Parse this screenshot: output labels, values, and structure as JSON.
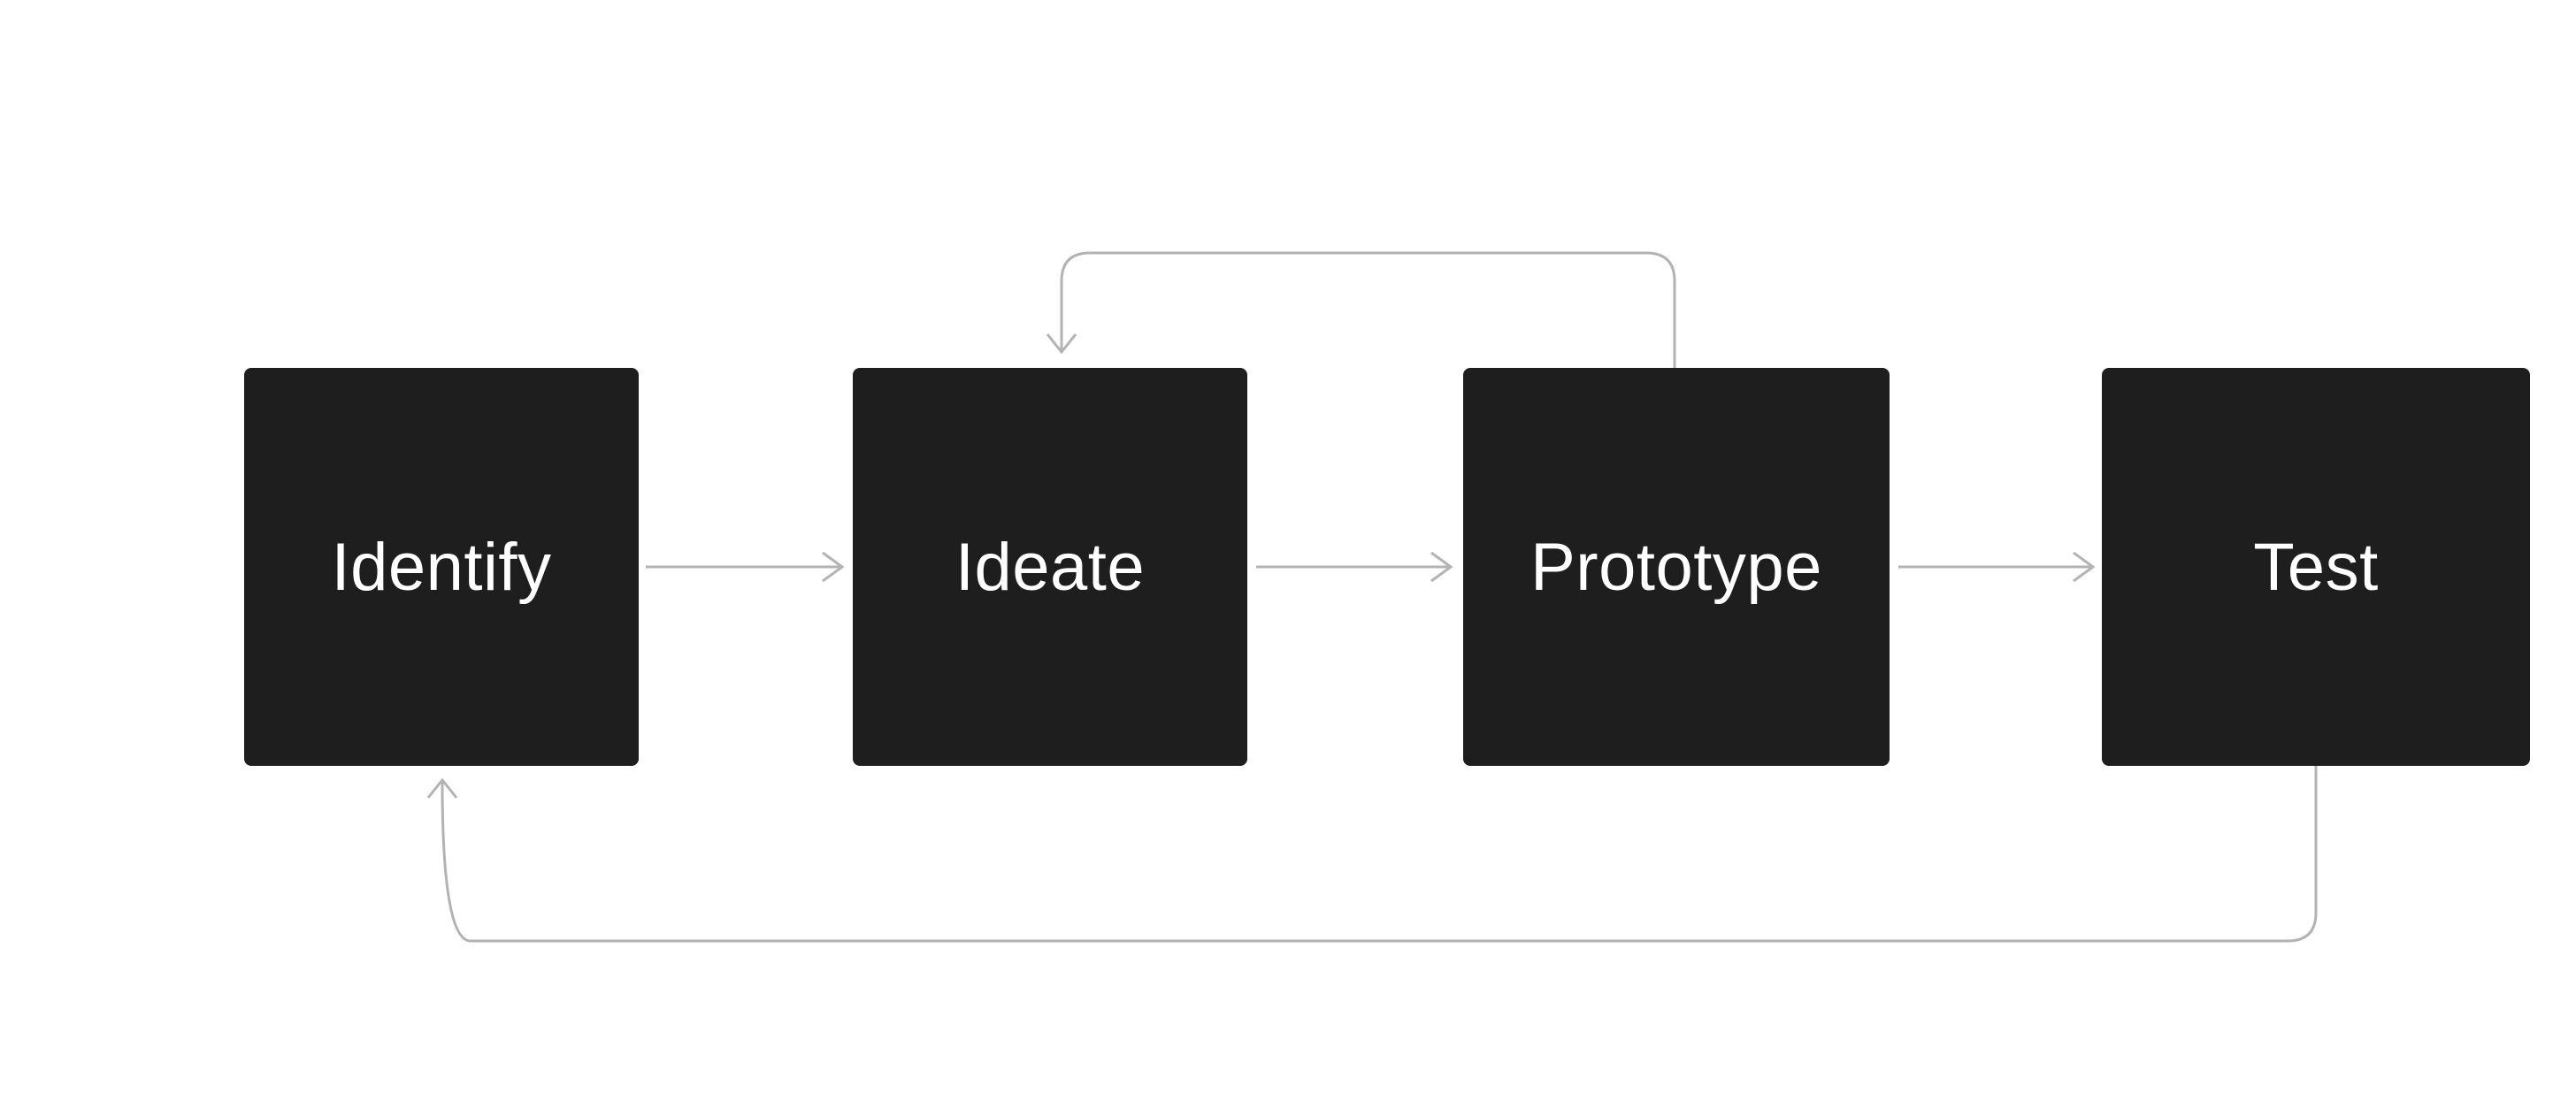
{
  "theme": {
    "canvas_bg": "#ffffff",
    "node_fill": "#1e1e1e",
    "node_text": "#ffffff",
    "arrow_color": "#b3b3b3"
  },
  "diagram": {
    "type": "flowchart",
    "description": "Design-thinking process loop"
  },
  "nodes": [
    {
      "id": "identify",
      "label": "Identify"
    },
    {
      "id": "ideate",
      "label": "Ideate"
    },
    {
      "id": "prototype",
      "label": "Prototype"
    },
    {
      "id": "test",
      "label": "Test"
    }
  ],
  "edges": [
    {
      "from": "identify",
      "to": "ideate",
      "style": "straight-arrow"
    },
    {
      "from": "ideate",
      "to": "prototype",
      "style": "straight-arrow"
    },
    {
      "from": "prototype",
      "to": "test",
      "style": "straight-arrow"
    },
    {
      "from": "prototype",
      "to": "ideate",
      "style": "feedback-loop-top"
    },
    {
      "from": "test",
      "to": "identify",
      "style": "feedback-loop-bottom"
    }
  ]
}
